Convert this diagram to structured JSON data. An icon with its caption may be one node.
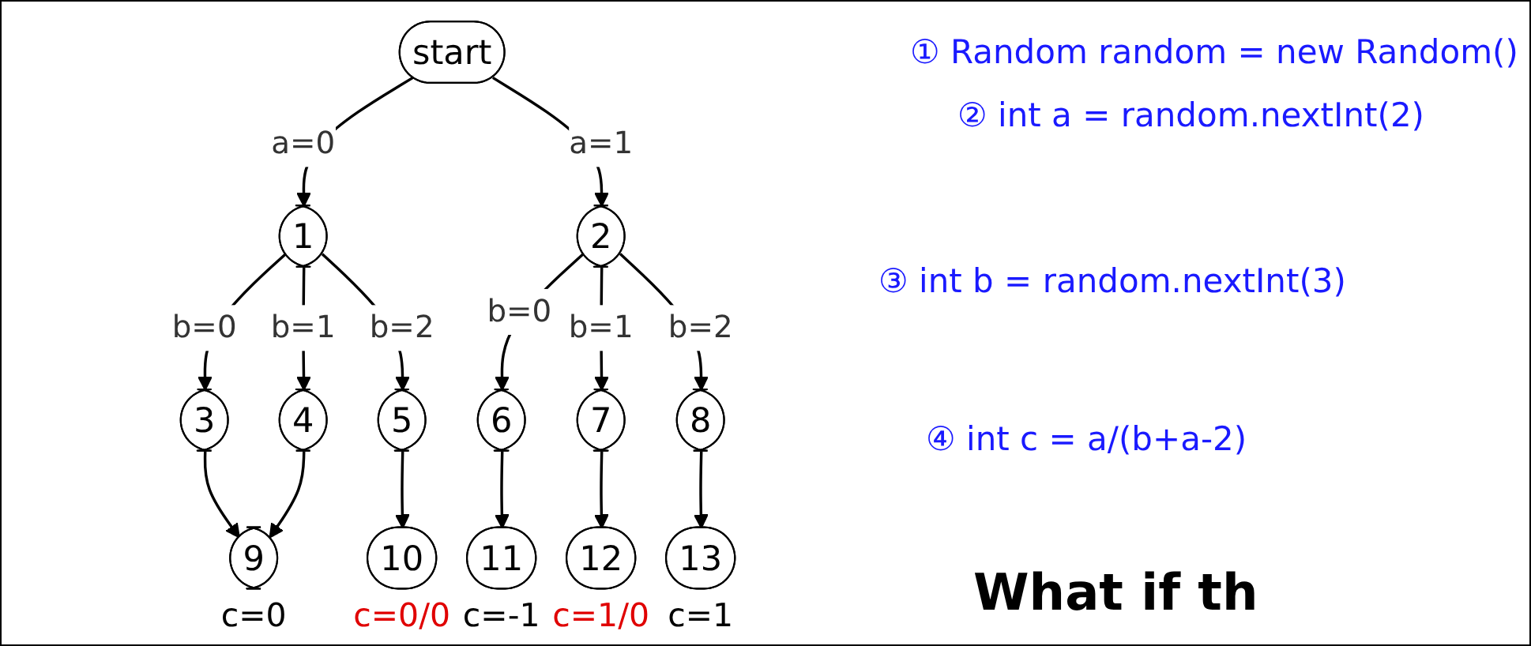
{
  "diagram": {
    "nodes": [
      {
        "text": [
          "start"
        ]
      },
      {
        "text": [
          "1"
        ]
      },
      {
        "text": [
          "2"
        ]
      },
      {
        "text": [
          "3"
        ]
      },
      {
        "text": [
          "4"
        ]
      },
      {
        "text": [
          "5"
        ]
      },
      {
        "text": [
          "6"
        ]
      },
      {
        "text": [
          "7"
        ]
      },
      {
        "text": [
          "8"
        ]
      },
      {
        "text": [
          "9"
        ],
        "beside": [
          "c=0"
        ]
      },
      {
        "text": [
          "10"
        ],
        "beside": [
          "c=0/0"
        ]
      },
      {
        "text": [
          "11"
        ],
        "beside": [
          "c=-1"
        ]
      },
      {
        "text": [
          "12"
        ],
        "beside": [
          "c=1/0"
        ]
      },
      {
        "text": [
          "13"
        ],
        "beside": [
          "c=1"
        ]
      }
    ],
    "edges": [
      {
        "from": 0,
        "to": 1,
        "arrow": "to",
        "label": "a=0"
      },
      {
        "from": 0,
        "to": 2,
        "arrow": "to",
        "label": "a=1"
      },
      {
        "from": 1,
        "to": 3,
        "arrow": "to",
        "label": "b=0"
      },
      {
        "from": 1,
        "to": 4,
        "arrow": "to",
        "label": "b=1"
      },
      {
        "from": 1,
        "to": 5,
        "arrow": "to",
        "label": "b=2"
      },
      {
        "from": 2,
        "to": 6,
        "arrow": "to",
        "label": "b=0"
      },
      {
        "from": 2,
        "to": 7,
        "arrow": "to",
        "label": "b=1"
      },
      {
        "from": 2,
        "to": 8,
        "arrow": "to",
        "label": "b=2"
      },
      {
        "from": 3,
        "to": 9,
        "arrow": "to"
      },
      {
        "from": 4,
        "to": 9,
        "arrow": "to"
      },
      {
        "from": 5,
        "to": 10,
        "arrow": "to"
      },
      {
        "from": 6,
        "to": 11,
        "arrow": "to"
      },
      {
        "from": 7,
        "to": 12,
        "arrow": "to"
      },
      {
        "from": 8,
        "to": 13,
        "arrow": "to"
      }
    ],
    "labels": [
      "① Random random = new Random()",
      "② int a = random.nextInt(2)",
      "③ int b = random.nextInt(3)",
      "④ int c = a/(b+a-2)",
      "What if th"
    ]
  }
}
